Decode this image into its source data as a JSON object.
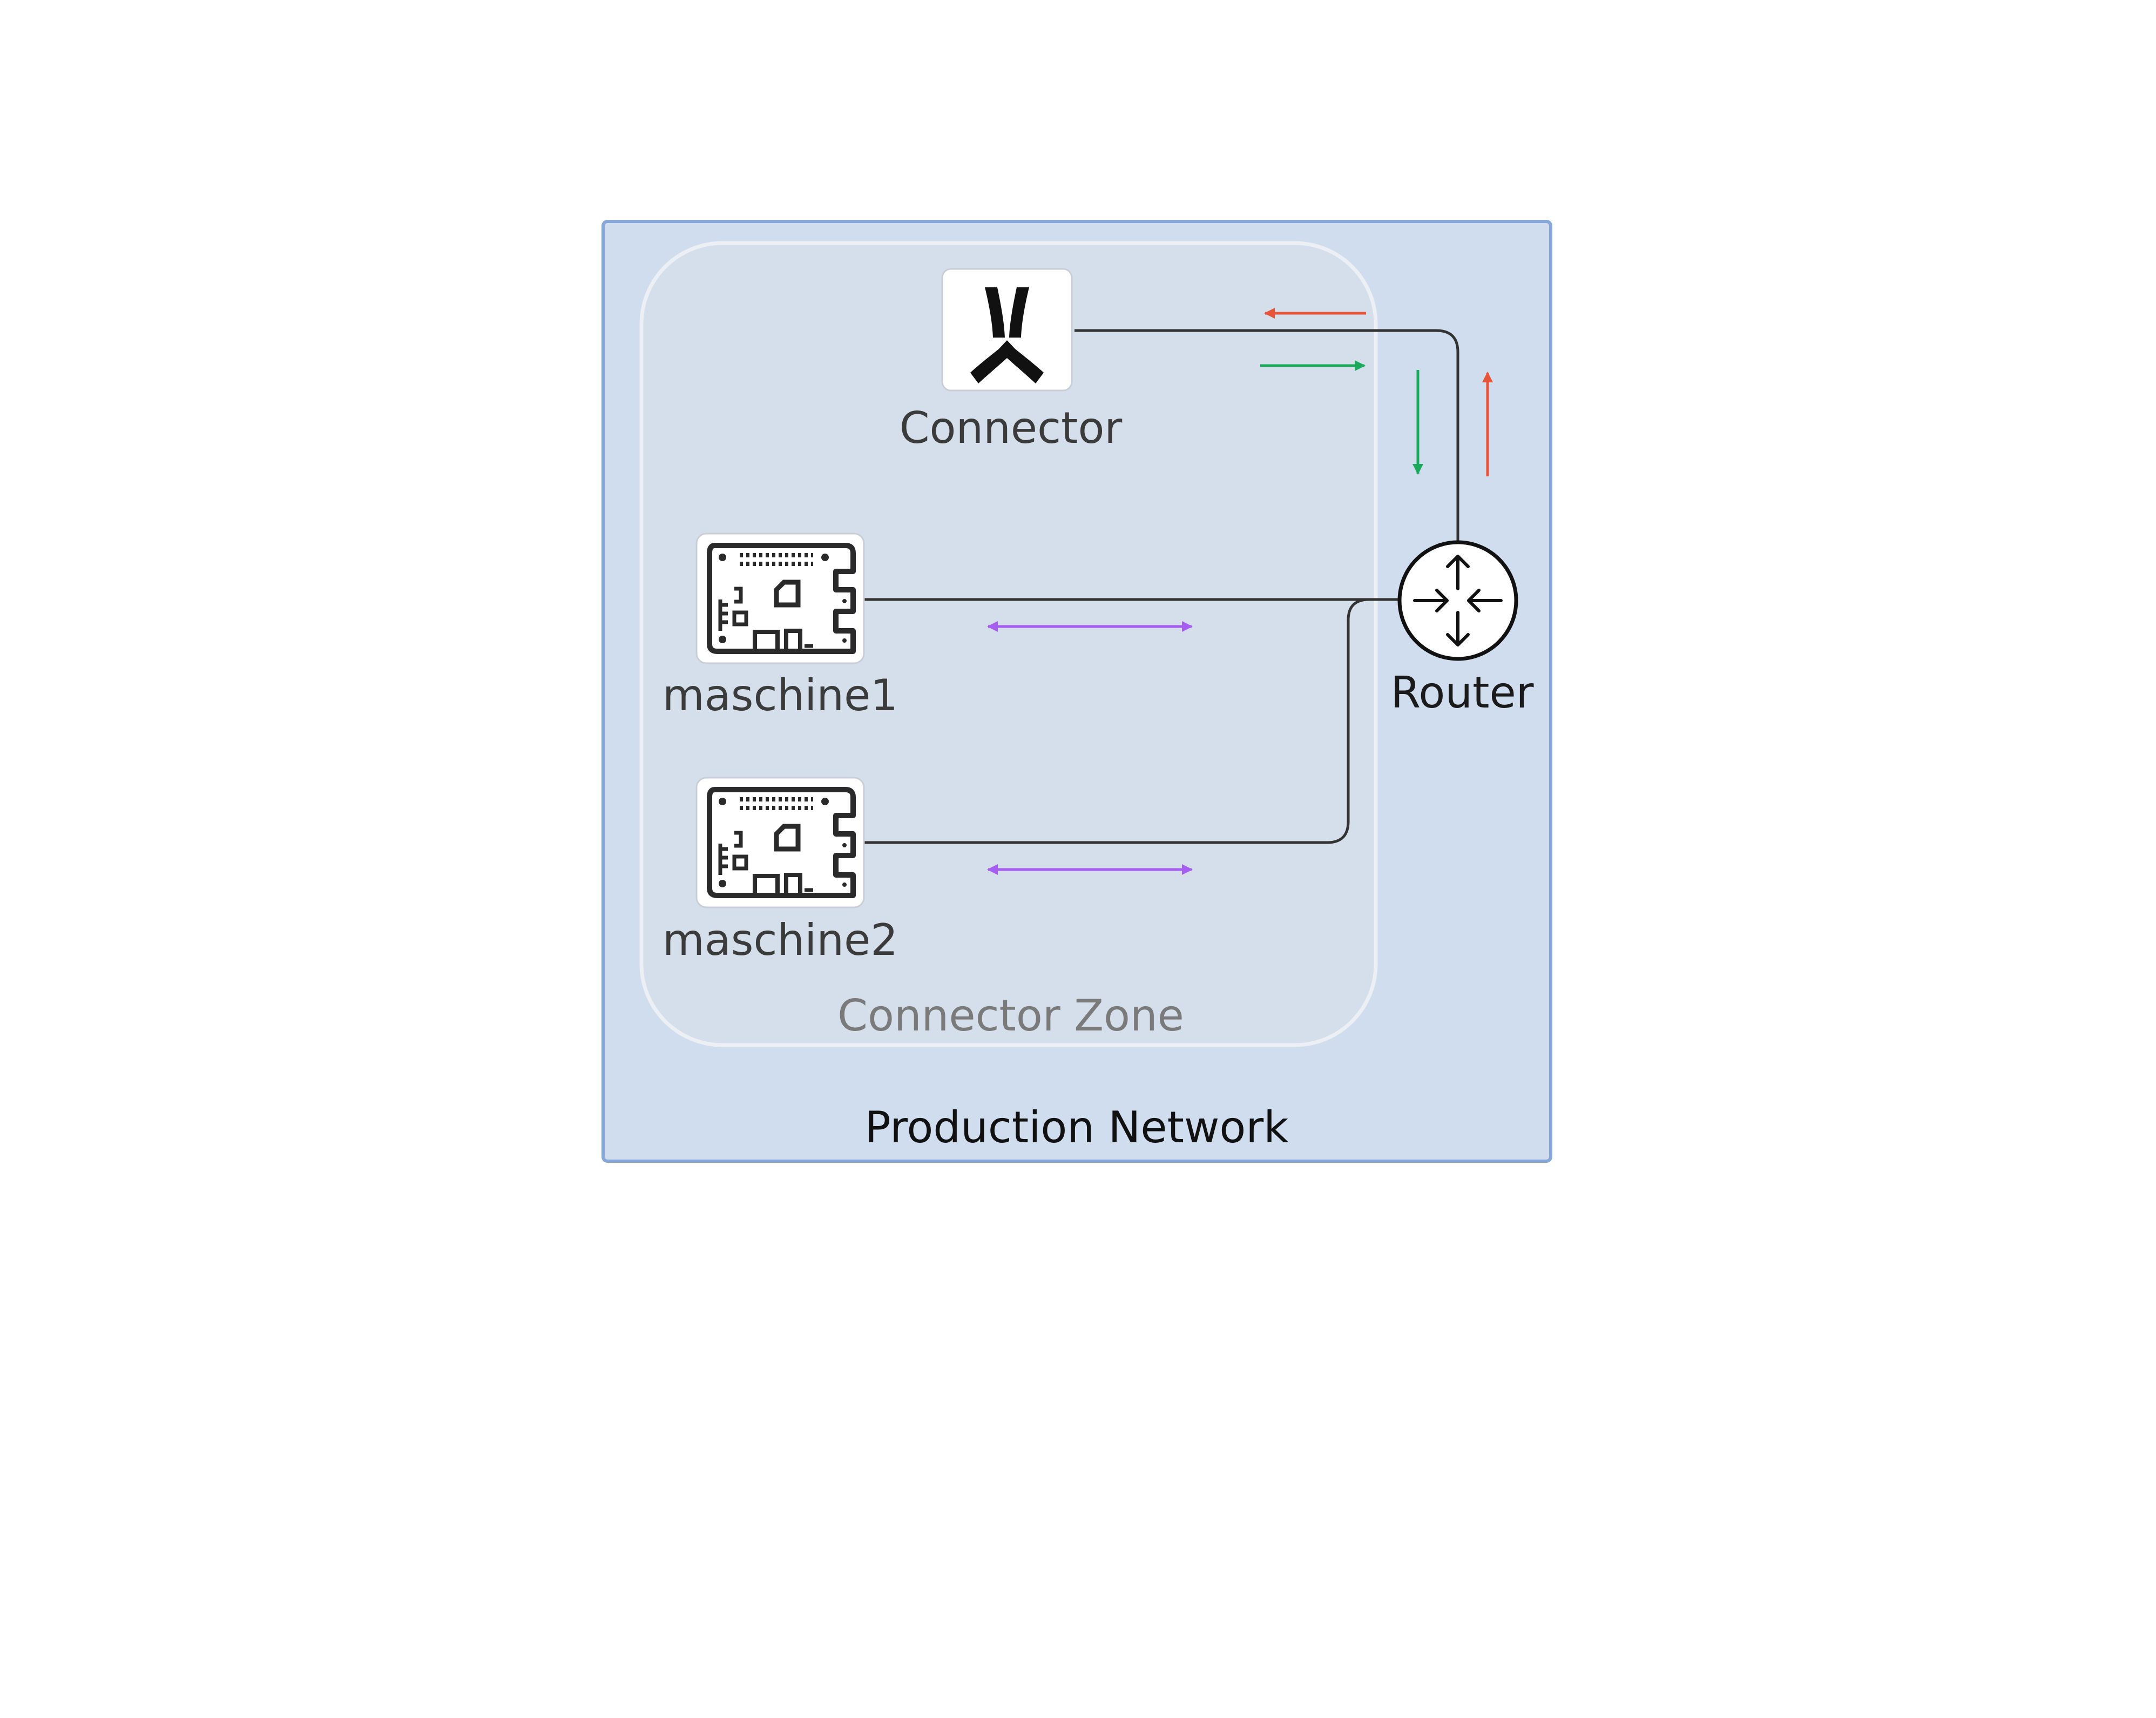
{
  "network": {
    "label": "Production Network",
    "fill_color": "#d0ddee",
    "border_color": "#86a7d8"
  },
  "zone": {
    "label": "Connector Zone"
  },
  "nodes": {
    "connector": {
      "label": "Connector",
      "icon": "connector-logo-icon"
    },
    "machine1": {
      "label": "maschine1",
      "icon": "circuit-board-icon"
    },
    "machine2": {
      "label": "maschine2",
      "icon": "circuit-board-icon"
    },
    "router": {
      "label": "Router",
      "icon": "router-icon"
    }
  },
  "flow_colors": {
    "outbound": "#e8543a",
    "inbound": "#1aa85a",
    "local": "#a55ef0"
  }
}
